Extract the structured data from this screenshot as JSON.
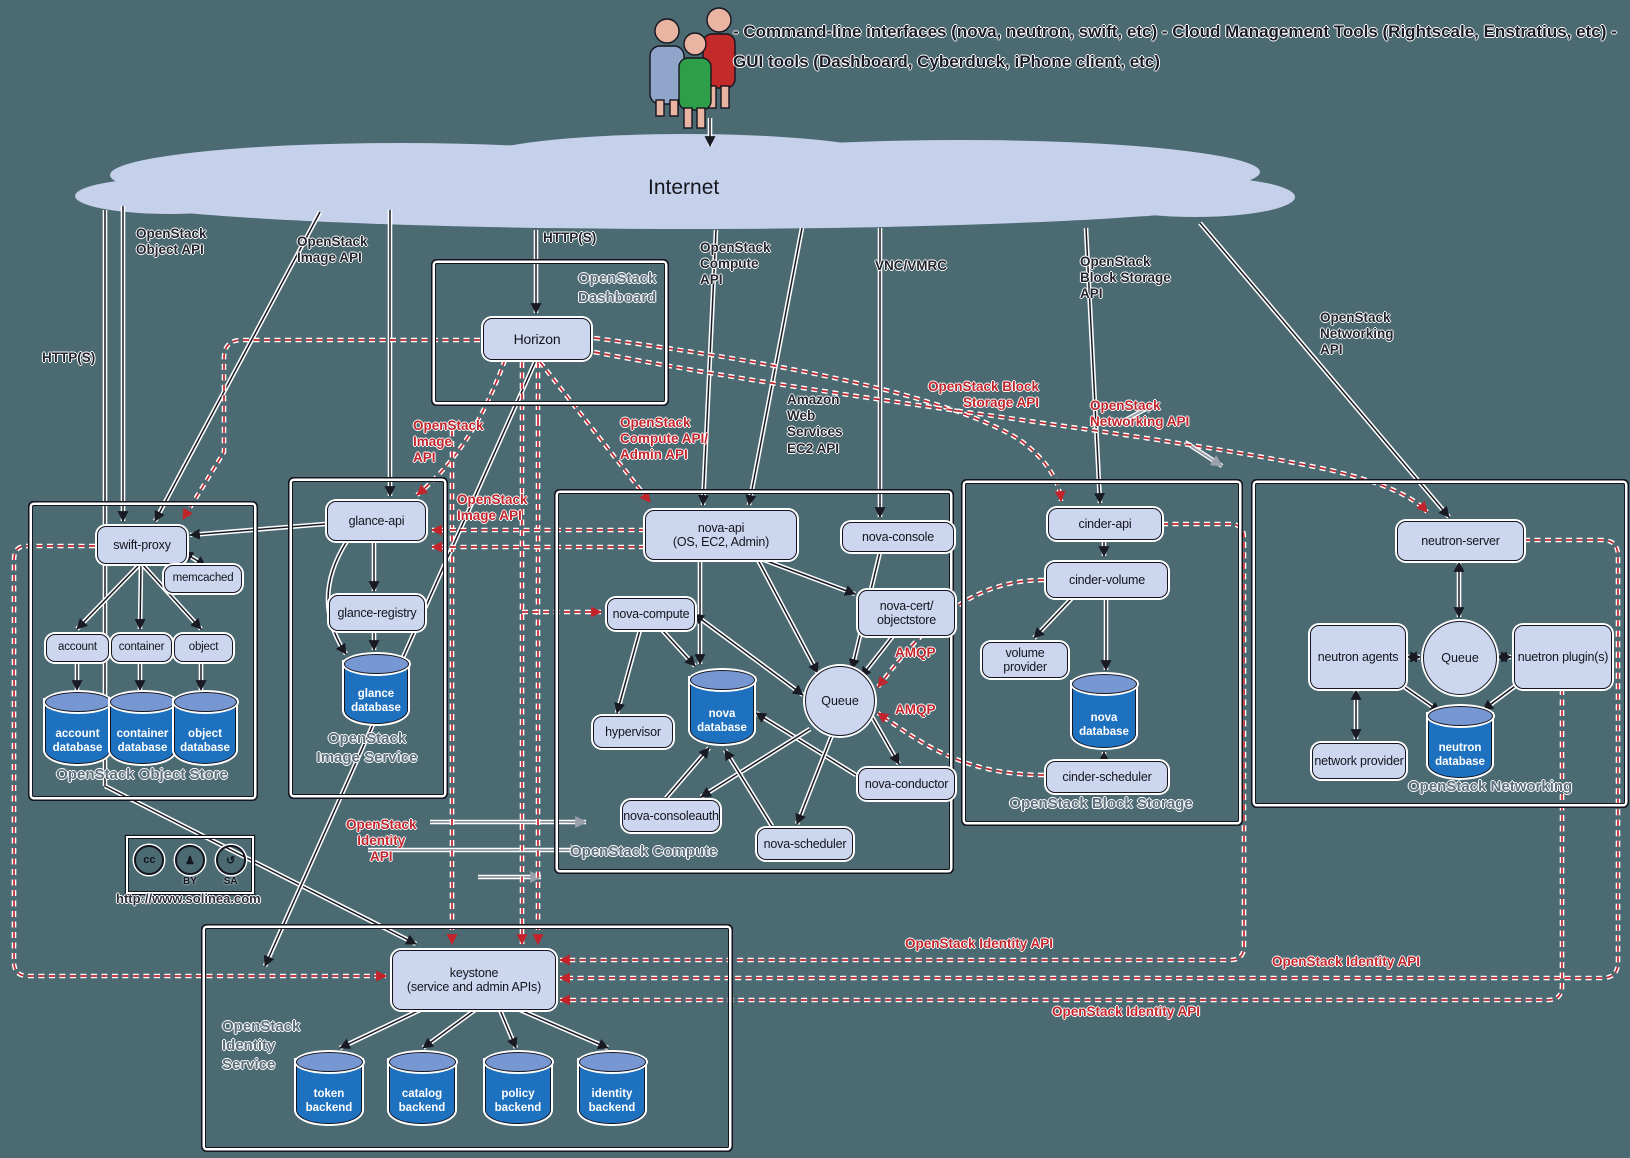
{
  "header": {
    "caption_lines": "- Command-line interfaces (nova, neutron, swift, etc)\n- Cloud Management Tools (Rightscale, Enstratius, etc)\n- GUI tools (Dashboard, Cyberduck, iPhone client, etc)"
  },
  "internet_label": "Internet",
  "link_labels": {
    "http_left": "HTTP(S)",
    "object_api": "OpenStack\nObject API",
    "image_api": "OpenStack\nImage API",
    "http_center": "HTTP(S)",
    "compute_api": "OpenStack\nCompute\nAPI",
    "aws": "Amazon\nWeb\nServices\nEC2 API",
    "vnc": "VNC/VMRC",
    "block_api": "OpenStack\nBlock Storage\nAPI",
    "net_api": "OpenStack\nNetworking\nAPI"
  },
  "red_labels": {
    "image_api_1": "OpenStack\nImage\nAPI",
    "compute_admin_api": "OpenStack\nCompute API/\nAdmin API",
    "image_api_2": "OpenStack\nImage API",
    "block_api": "OpenStack Block\nStorage API",
    "net_api": "OpenStack\nNetworking API",
    "amqp_1": "AMQP",
    "amqp_2": "AMQP",
    "identity_api_left": "OpenStack\nIdentity\nAPI",
    "identity_api_1": "OpenStack Identity API",
    "identity_api_2": "OpenStack Identity API",
    "identity_api_3": "OpenStack Identity API"
  },
  "dashboard": {
    "title": "OpenStack\nDashboard",
    "horizon": "Horizon"
  },
  "object_store": {
    "title": "OpenStack Object Store",
    "swift_proxy": "swift-proxy",
    "memcached": "memcached",
    "account": "account",
    "container": "container",
    "object": "object",
    "account_db": "account\ndatabase",
    "container_db": "container\ndatabase",
    "object_db": "object\ndatabase"
  },
  "image_service": {
    "title": "OpenStack\nImage Service",
    "glance_api": "glance-api",
    "glance_registry": "glance-registry",
    "glance_db": "glance\ndatabase"
  },
  "compute": {
    "title": "OpenStack Compute",
    "nova_api": "nova-api\n(OS, EC2, Admin)",
    "nova_console": "nova-console",
    "nova_compute": "nova-compute",
    "nova_cert": "nova-cert/\nobjectstore",
    "hypervisor": "hypervisor",
    "nova_db": "nova\ndatabase",
    "queue": "Queue",
    "nova_conductor": "nova-conductor",
    "nova_consoleauth": "nova-consoleauth",
    "nova_scheduler": "nova-scheduler"
  },
  "block_storage": {
    "title": "OpenStack Block Storage",
    "cinder_api": "cinder-api",
    "cinder_volume": "cinder-volume",
    "volume_provider": "volume provider",
    "nova_db": "nova\ndatabase",
    "cinder_scheduler": "cinder-scheduler"
  },
  "networking": {
    "title": "OpenStack Networking",
    "neutron_server": "neutron-server",
    "neutron_agents": "neutron agents",
    "queue": "Queue",
    "neutron_plugins": "nuetron plugin(s)",
    "network_provider": "network provider",
    "neutron_db": "neutron\ndatabase"
  },
  "identity": {
    "title": "OpenStack\nIdentity\nService",
    "keystone": "keystone\n(service and admin APIs)",
    "token_db": "token\nbackend",
    "catalog_db": "catalog\nbackend",
    "policy_db": "policy\nbackend",
    "identity_db": "identity\nbackend"
  },
  "license": {
    "cc": "cc",
    "by": "BY",
    "sa": "SA",
    "sa_icon": "↺",
    "url": "http://www.solinea.com"
  },
  "colors": {
    "background": "#4b6a72",
    "node_fill": "#ccd7ef",
    "cylinder_top": "#7797d2",
    "cylinder_body": "#1d71bf",
    "line": "#1a1a24",
    "red_dash": "#c3232b",
    "cloud": "#c5d0ea"
  }
}
